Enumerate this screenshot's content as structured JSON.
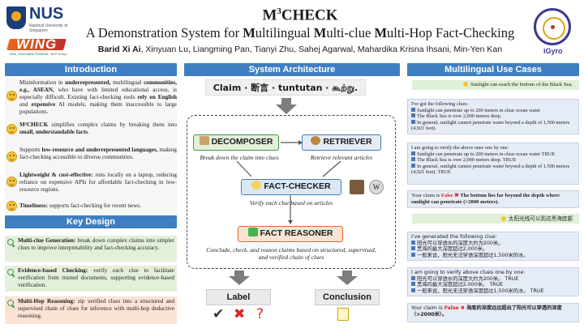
{
  "header": {
    "title_main": "M",
    "title_sup": "3",
    "title_rest": "CHECK",
    "subtitle_parts": [
      "A Demonstration System for ",
      "M",
      "ultilingual ",
      "M",
      "ulti-clue ",
      "M",
      "ulti-Hop Fact-Checking"
    ],
    "authors_first": "Barid Xi Ai",
    "authors_rest": ", Xinyuan Lu, Liangming Pan, Tianyi Zhu, Sahej Agarwal, Mahardika Krisna Ihsani, Min-Yen Kan",
    "logos": {
      "nus": "NUS",
      "nus_sub": "National University of Singapore",
      "wing": "WING",
      "wing_sub": "Web, Information Retrieval / NLP Group",
      "igyro": "iGyro"
    }
  },
  "sections": {
    "introduction": "Introduction",
    "architecture": "System Architecture",
    "use_cases": "Multilingual Use Cases",
    "key_design": "Key Design"
  },
  "introduction": [
    {
      "segments": [
        {
          "t": "Misinformation in ",
          "b": false
        },
        {
          "t": "underrepresented,",
          "b": true
        },
        {
          "t": " multilingual ",
          "b": false
        },
        {
          "t": "communities, e.g., ASEAN,",
          "b": true
        },
        {
          "t": " who have with limited educational access, is especially difficult. Existing fact-checking tools ",
          "b": false
        },
        {
          "t": "rely on English",
          "b": true
        },
        {
          "t": " and ",
          "b": false
        },
        {
          "t": "expensive",
          "b": true
        },
        {
          "t": " AI models, making them inaccessible to large populations.",
          "b": false
        }
      ]
    },
    {
      "segments": [
        {
          "t": "M³CHECK",
          "b": true
        },
        {
          "t": " simplifies complex claims by breaking them into ",
          "b": false
        },
        {
          "t": "small, understandable facts",
          "b": true
        },
        {
          "t": ".",
          "b": false
        }
      ]
    },
    {
      "segments": [
        {
          "t": "Supports ",
          "b": false
        },
        {
          "t": "low-resource and underrepresented languages,",
          "b": true
        },
        {
          "t": " making fact-checking accessible to diverse communities.",
          "b": false
        }
      ]
    },
    {
      "segments": [
        {
          "t": "Lightweight & cost-effective:",
          "b": true
        },
        {
          "t": " runs locally on a laptop, reducing reliance on expensive APIs for affordable fact-checking in low-resource regions.",
          "b": false
        }
      ]
    },
    {
      "segments": [
        {
          "t": "Timeliness:",
          "b": true
        },
        {
          "t": " supports fact-checking for recent news.",
          "b": false
        }
      ]
    }
  ],
  "key_design": [
    {
      "title": "Multi-clue Generation:",
      "text": " break down complex claims into simpler clues to improve interpretability and fact-checking accuracy.",
      "bg": "#e3efd9"
    },
    {
      "title": "Evidence-based Checking:",
      "text": " verify each clue to facilitate verification from trusted documents, supporting evidence-based verification.",
      "bg": "#e3efd9"
    },
    {
      "title": "Multi-Hop Reasoning:",
      "text": " zip verified clues into a structured and supervised chain of clues for inference with multi-hop deductive reasoning.",
      "bg": "#fbe3d4"
    }
  ],
  "architecture": {
    "claim": "Claim · 断言 · tuntutan · கூற்று.",
    "decomposer": "DECOMPOSER",
    "retriever": "RETRIEVER",
    "fact_checker": "FACT-CHECKER",
    "fact_reasoner": "FACT REASONER",
    "decomposer_caption": "Break down the claim into clues",
    "retriever_caption": "Retrieve relevant articles",
    "checker_caption": "Verify each clue based on articles",
    "reasoner_caption": "Conclude, check, and reason claims based on structured, supervised, and verified chain of clues",
    "label": "Label",
    "conclusion": "Conclusion",
    "symbols": [
      "✔",
      "✖",
      "?"
    ]
  },
  "use_cases": {
    "en": {
      "claim": "Sunlight can reach the bottom of the Black Sea.",
      "clues_header": "I've got the following clues:",
      "clues": [
        "Sunlight can penetrate up to 200 meters in clear ocean water",
        "The Black Sea is over 2,000 meters deep.",
        "In general, sunlight cannot penetrate water beyond a depth of 1,500 meters (4,921 feet)."
      ],
      "verify_header": "I am going to verify the above ones one by one:",
      "verified": [
        {
          "text": "Sunlight can penetrate up to 200 meters in clear ocean water",
          "tag": "TRUE"
        },
        {
          "text": "The Black Sea is over 2,000 meters deep.",
          "tag": "TRUE"
        },
        {
          "text": "In general, sunlight cannot penetrate water beyond a depth of 1,500 meters (4,921 feet).",
          "tag": "TRUE"
        }
      ],
      "verdict_prefix": "Your claim is ",
      "verdict_value": "False",
      "verdict_reason": " The bottom lies far beyond the depth where sunlight can penetrate (>2000 meters)."
    },
    "zh": {
      "claim": "太阳光线可以到达黑海底部",
      "clues_header": "I've generated the following clue:",
      "clues": [
        "阳光可以穿透水的深度大约为200米。",
        "黑海的最大深度超过2,000米。",
        "一般来说，阳光无法穿透深度超过1,500米的水。"
      ],
      "verify_header": "I am going to verify above clues one by one:",
      "verified": [
        {
          "text": "阳光可以穿透水的深度大约为200米。",
          "tag": "TRUE"
        },
        {
          "text": "黑海的最大深度超过2,000米。",
          "tag": "TRUE"
        },
        {
          "text": "一般来说，阳光无法穿透深度超过1,500米的水。",
          "tag": "TRUE"
        }
      ],
      "verdict_prefix": "Your claim is ",
      "verdict_value": "False",
      "verdict_reason": " 海底的深度远远超出了阳光可以穿透的深度（>2000米）。"
    }
  },
  "colors": {
    "section_header": "#3f7fc1",
    "decomposer_border": "#3a9a4b",
    "decomposer_bg": "#e3efd9",
    "retriever_border": "#3f7fc1",
    "retriever_bg": "#e6ecf5",
    "checker_border": "#3f7fc1",
    "checker_bg": "#dbe7f5",
    "reasoner_border": "#e06a2a",
    "reasoner_bg": "#fbe3d4"
  },
  "icons": [
    "smile-icon",
    "magnifier-icon",
    "book-icon",
    "dog-icon",
    "bulb-icon",
    "wiki-icon",
    "check-icon",
    "cross-icon",
    "question-icon",
    "note-icon"
  ]
}
